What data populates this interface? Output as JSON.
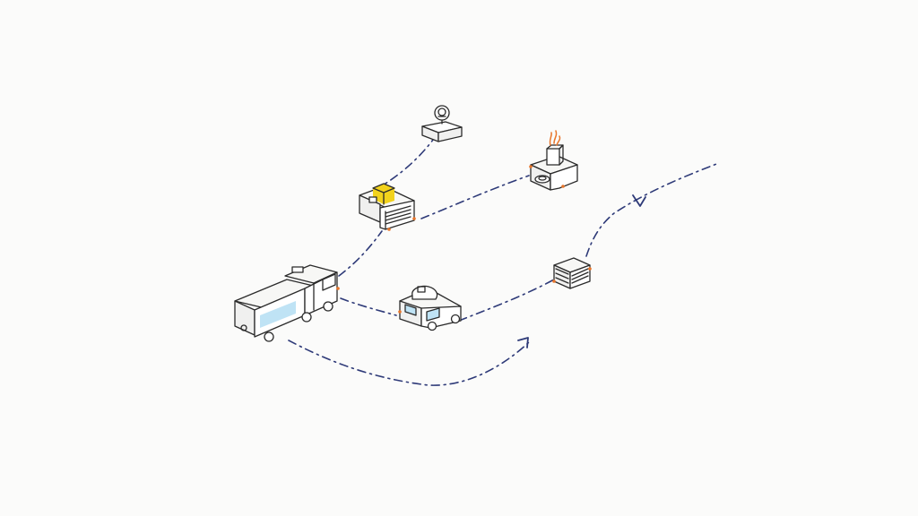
{
  "diagram": {
    "nodes": [
      {
        "id": "truck",
        "icon": "box-truck-icon"
      },
      {
        "id": "beacon",
        "icon": "beacon-station-icon"
      },
      {
        "id": "warehouse",
        "icon": "warehouse-with-yellow-crate-icon"
      },
      {
        "id": "factory",
        "icon": "factory-with-flame-icon"
      },
      {
        "id": "delivery-van",
        "icon": "delivery-van-icon"
      },
      {
        "id": "crate",
        "icon": "shipping-crate-icon"
      }
    ],
    "edges": [
      {
        "from": "truck",
        "to": "warehouse",
        "style": "dash-dot"
      },
      {
        "from": "warehouse",
        "to": "beacon",
        "style": "dash-dot"
      },
      {
        "from": "warehouse",
        "to": "factory",
        "style": "dash-dot"
      },
      {
        "from": "truck",
        "to": "delivery-van",
        "style": "dash-dot"
      },
      {
        "from": "delivery-van",
        "to": "crate",
        "style": "dash-dot"
      },
      {
        "from": "crate",
        "to": "offscreen-top-right",
        "style": "dash-dot",
        "arrow": "inbound"
      },
      {
        "from": "truck",
        "to": "offscreen-bottom-right",
        "style": "dash-dot",
        "arrow": "outbound"
      }
    ]
  },
  "colors": {
    "route": "#2e3a78",
    "ink": "#2b2b2b",
    "accent_orange": "#e8752a",
    "accent_yellow": "#f2d21c",
    "window_blue": "#bfe3f5",
    "background": "#fbfbfa"
  }
}
